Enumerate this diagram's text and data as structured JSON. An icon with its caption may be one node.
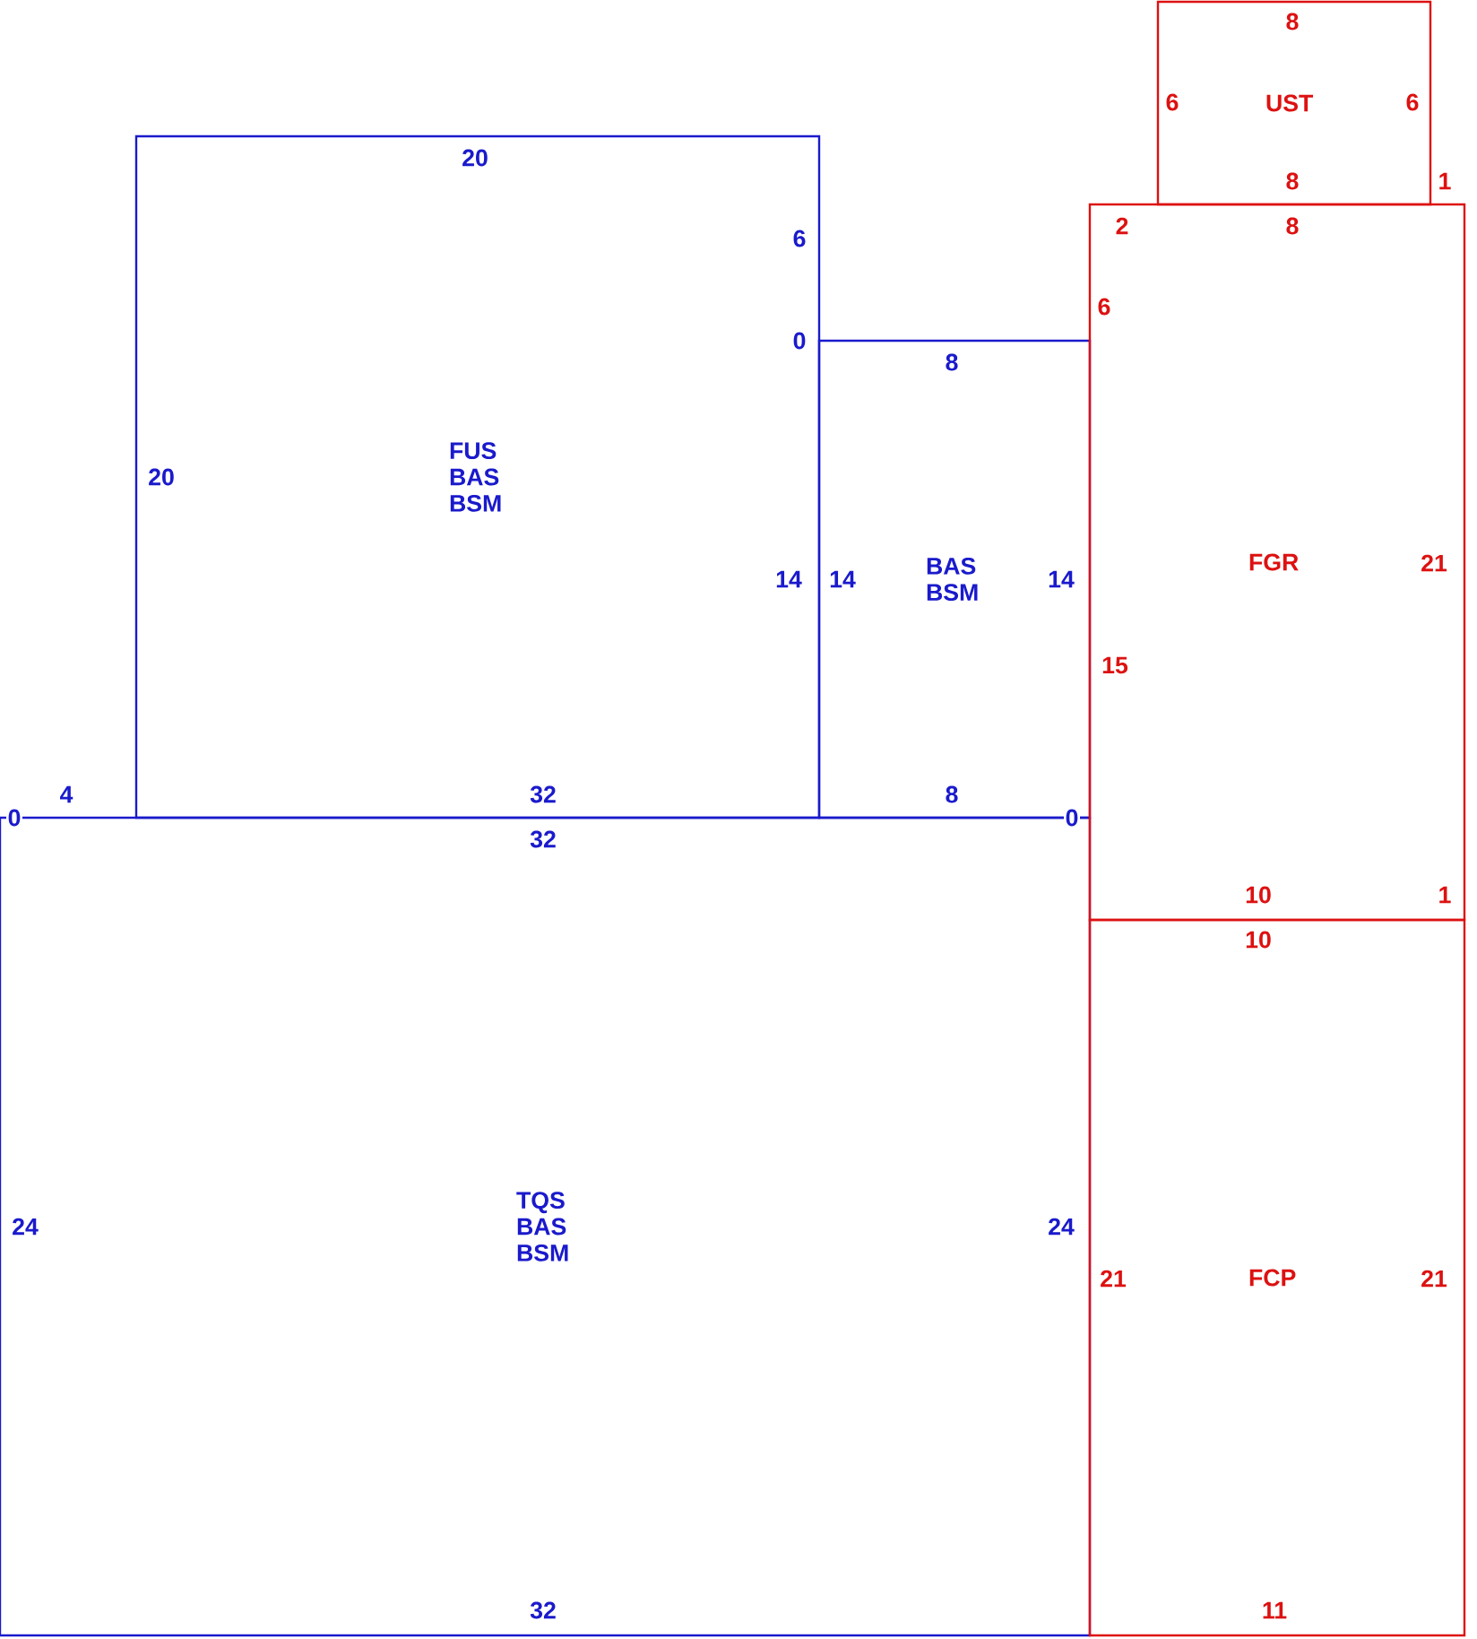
{
  "diagram": {
    "nodes": [
      {
        "text": [
          "FUS BAS BSM"
        ]
      },
      {
        "text": [
          "BAS BSM"
        ]
      },
      {
        "text": [
          "TQS BAS BSM"
        ]
      },
      {
        "text": [
          "UST"
        ]
      },
      {
        "text": [
          "FGR"
        ]
      },
      {
        "text": [
          "FCP"
        ]
      }
    ],
    "labels": [
      "8",
      "6",
      "6",
      "20",
      "8",
      "1",
      "2",
      "8",
      "6",
      "6",
      "0",
      "8",
      "20",
      "21",
      "14",
      "14",
      "14",
      "15",
      "4",
      "32",
      "8",
      "0",
      "0",
      "32",
      "10",
      "1",
      "10",
      "24",
      "24",
      "21",
      "21",
      "32",
      "11"
    ]
  }
}
